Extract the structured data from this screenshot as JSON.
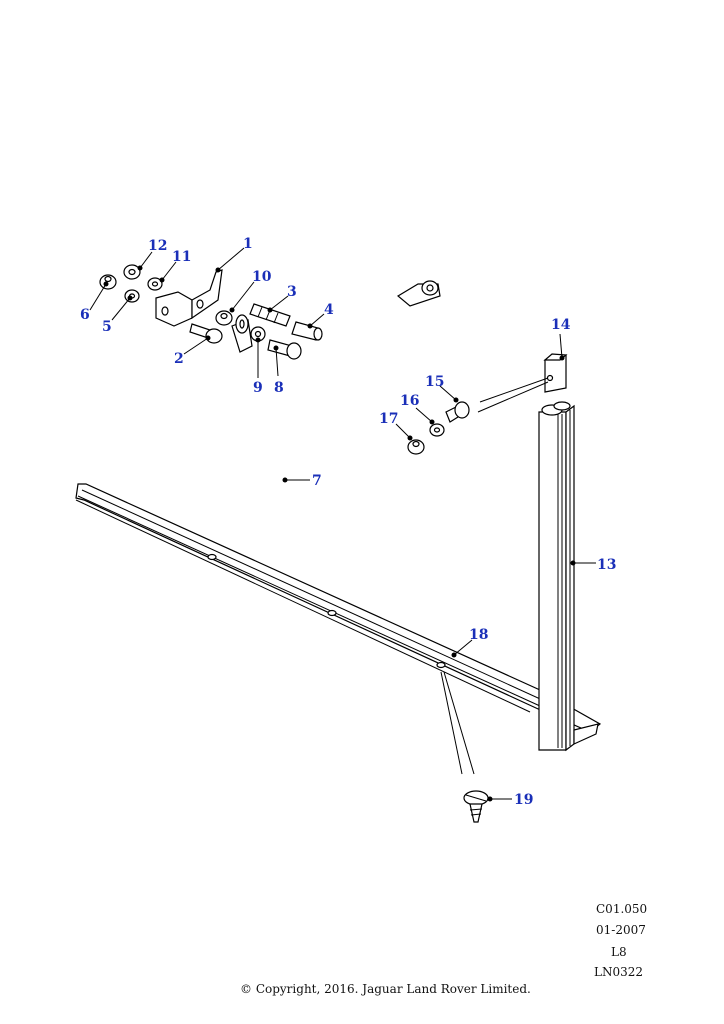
{
  "callouts": [
    "1",
    "2",
    "3",
    "4",
    "5",
    "6",
    "7",
    "8",
    "9",
    "10",
    "11",
    "12",
    "13",
    "14",
    "15",
    "16",
    "17",
    "18",
    "19"
  ],
  "footer": {
    "code": "C01.050",
    "date": "01-2007",
    "level": "L8",
    "ref": "LN0322",
    "copyright": "© Copyright, 2016. Jaguar Land Rover Limited."
  },
  "colors": {
    "callout": "#1a2fb8",
    "line": "#000000"
  }
}
